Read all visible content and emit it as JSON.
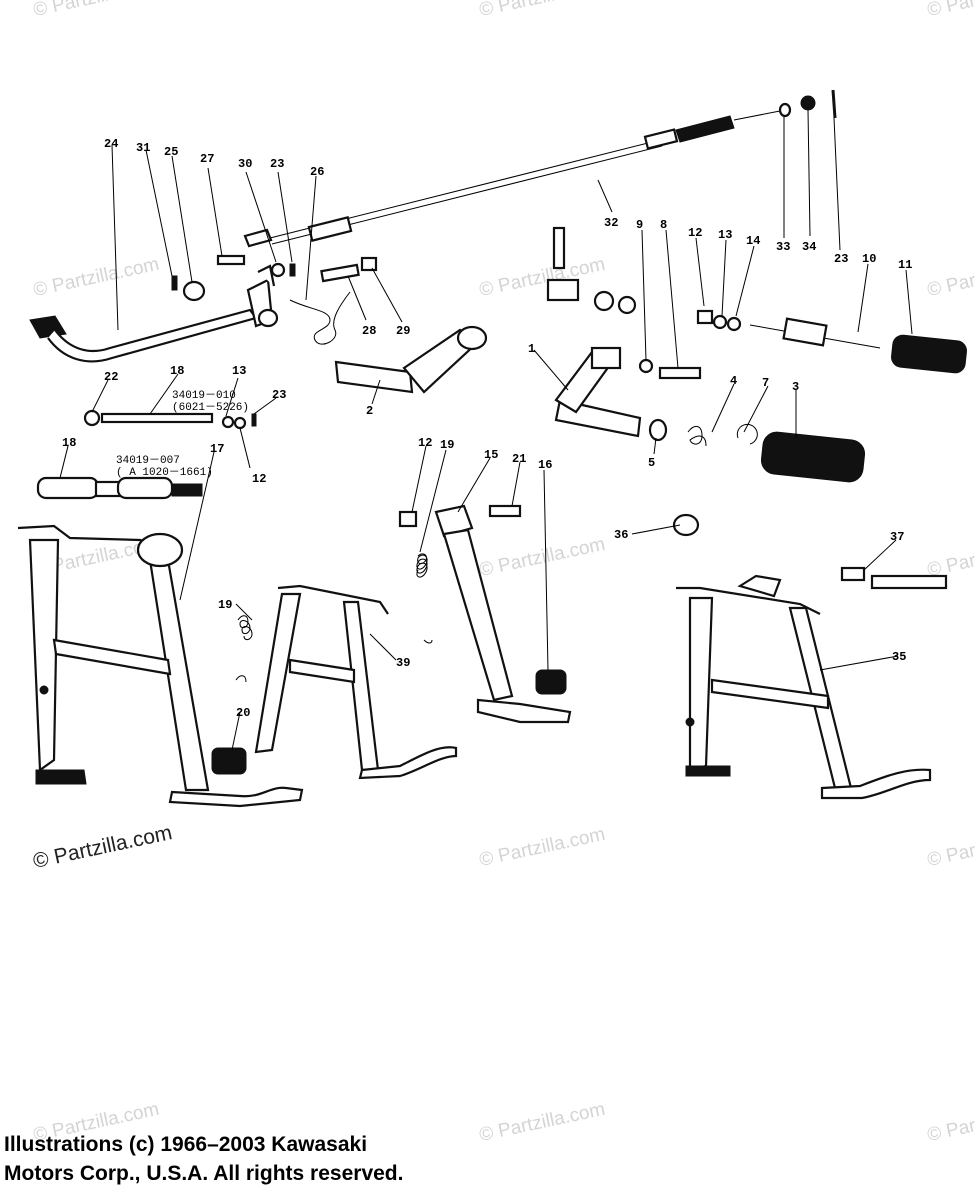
{
  "watermark_text": "© Partzilla.com",
  "copyright_lines": [
    "Illustrations (c) 1966–2003 Kawasaki",
    "Motors Corp., U.S.A.  All rights reserved."
  ],
  "callouts": {
    "c24": "24",
    "c31": "31",
    "c25": "25",
    "c27": "27",
    "c30": "30",
    "c23a": "23",
    "c26": "26",
    "c32": "32",
    "c9": "9",
    "c8": "8",
    "c12a": "12",
    "c13a": "13",
    "c14": "14",
    "c33": "33",
    "c34": "34",
    "c23b": "23",
    "c10": "10",
    "c11": "11",
    "c28": "28",
    "c29": "29",
    "c1": "1",
    "c2": "2",
    "c22": "22",
    "c18a": "18",
    "c13b": "13",
    "c23c": "23",
    "c12b": "12",
    "c18b": "18",
    "c17": "17",
    "c4": "4",
    "c7": "7",
    "c3": "3",
    "c5": "5",
    "c12c": "12",
    "c19a": "19",
    "c15": "15",
    "c21": "21",
    "c16": "16",
    "c36": "36",
    "c37": "37",
    "c19b": "19",
    "c39": "39",
    "c20": "20",
    "c35": "35"
  },
  "notes": {
    "part18a_number": "34019－010",
    "part18a_serial": "(6021－5226)",
    "part18b_number": "34019－007",
    "part18b_serial": "( A 1020－1661)"
  }
}
